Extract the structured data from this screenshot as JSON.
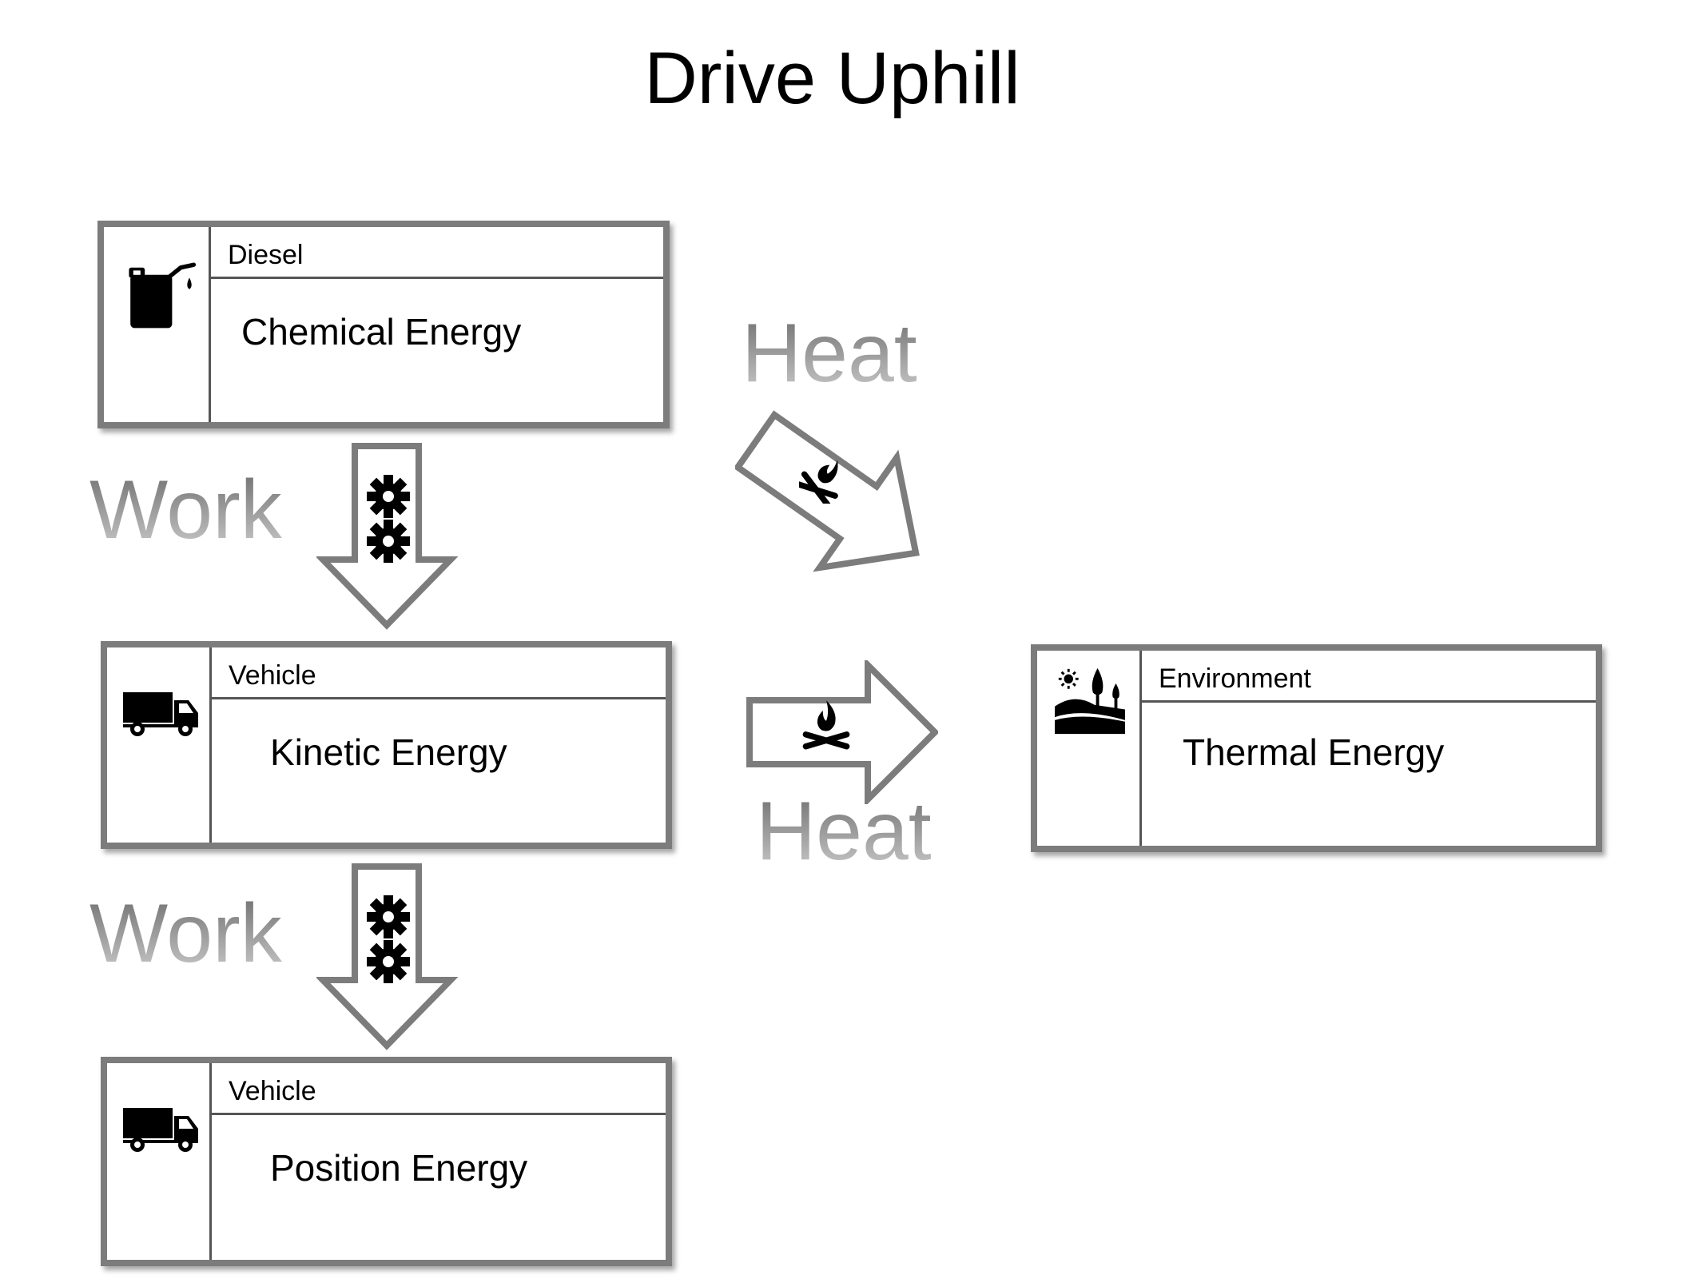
{
  "title": "Drive Uphill",
  "boxes": [
    {
      "category": "Diesel",
      "energy": "Chemical Energy",
      "icon": "fuel-can-icon"
    },
    {
      "category": "Vehicle",
      "energy": "Kinetic Energy",
      "icon": "truck-icon"
    },
    {
      "category": "Vehicle",
      "energy": "Position Energy",
      "icon": "truck-icon"
    },
    {
      "category": "Environment",
      "energy": "Thermal Energy",
      "icon": "landscape-icon"
    }
  ],
  "flows": [
    {
      "label": "Work",
      "from": "Chemical Energy",
      "to": "Kinetic Energy",
      "icon": "gears-icon"
    },
    {
      "label": "Work",
      "from": "Kinetic Energy",
      "to": "Position Energy",
      "icon": "gears-icon"
    },
    {
      "label": "Heat",
      "from": "Chemical Energy",
      "to": "Thermal Energy",
      "icon": "campfire-icon"
    },
    {
      "label": "Heat",
      "from": "Kinetic Energy",
      "to": "Thermal Energy",
      "icon": "campfire-icon"
    }
  ]
}
